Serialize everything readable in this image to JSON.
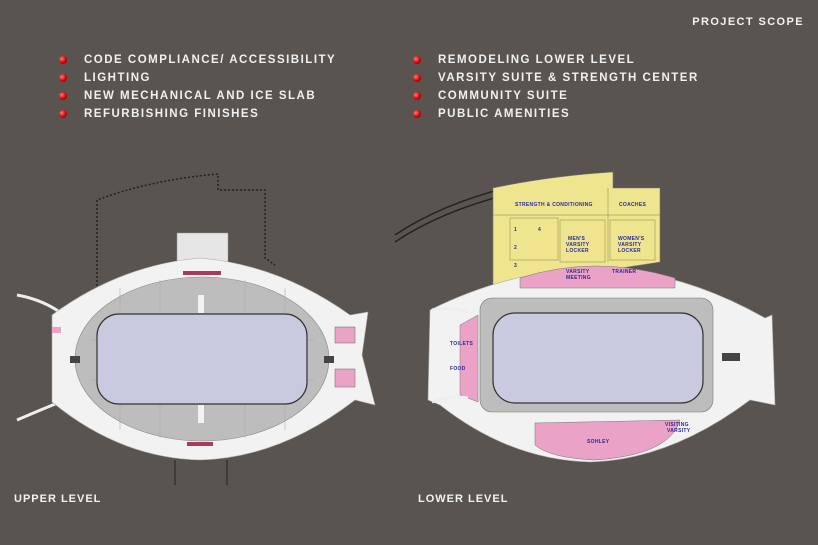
{
  "header": {
    "title": "PROJECT SCOPE"
  },
  "scope_left": [
    {
      "label": "CODE COMPLIANCE/ ACCESSIBILITY"
    },
    {
      "label": "LIGHTING"
    },
    {
      "label": "NEW MECHANICAL AND ICE SLAB"
    },
    {
      "label": "REFURBISHING FINISHES"
    }
  ],
  "scope_right": [
    {
      "label": "REMODELING LOWER LEVEL"
    },
    {
      "label": "VARSITY SUITE & STRENGTH CENTER"
    },
    {
      "label": "COMMUNITY SUITE"
    },
    {
      "label": "PUBLIC AMENITIES"
    }
  ],
  "bullet_icon": "red-sphere-bullet",
  "plans": {
    "upper": {
      "label": "UPPER LEVEL"
    },
    "lower": {
      "label": "LOWER LEVEL",
      "rooms": {
        "strength": "STRENGTH & CONDITIONING",
        "coaches": "COACHES",
        "mens_1": "MEN'S",
        "mens_2": "VARSITY",
        "mens_3": "LOCKER",
        "womens_1": "WOMEN'S",
        "womens_2": "VARSITY",
        "womens_3": "LOCKER",
        "meeting_1": "VARSITY",
        "meeting_2": "MEETING",
        "trainer": "TRAINER",
        "toilets": "TOILETS",
        "food": "FOOD",
        "sohley": "SOHLEY",
        "visiting_1": "VISITING",
        "visiting_2": "VARSITY",
        "n1": "1",
        "n2": "2",
        "n3": "3",
        "n4": "4"
      }
    }
  },
  "colors": {
    "background": "#59544f",
    "ice": "#c9cadf",
    "concourse": "#f2f2f2",
    "seating": "#b9b9b9",
    "yellow_zone": "#eee58e",
    "pink_zone": "#eaa3c6",
    "bullet": "#d10000"
  }
}
